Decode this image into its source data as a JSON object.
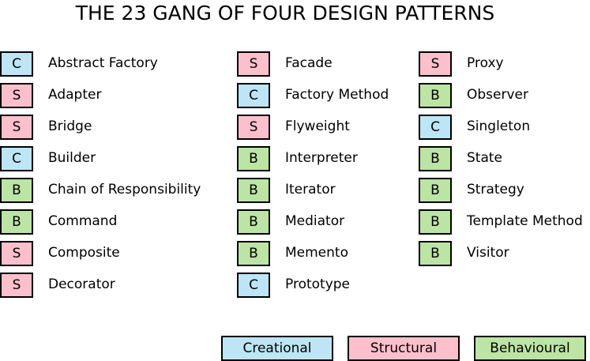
{
  "title": "THE 23 GANG OF FOUR DESIGN PATTERNS",
  "colors": {
    "creational": "#bde5f5",
    "structural": "#fbc0cc",
    "behavioural": "#bce4a4"
  },
  "columns": [
    [
      {
        "badge": "C",
        "category": "creational",
        "name": "Abstract Factory"
      },
      {
        "badge": "S",
        "category": "structural",
        "name": "Adapter"
      },
      {
        "badge": "S",
        "category": "structural",
        "name": "Bridge"
      },
      {
        "badge": "C",
        "category": "creational",
        "name": "Builder"
      },
      {
        "badge": "B",
        "category": "behavioural",
        "name": "Chain of Responsibility"
      },
      {
        "badge": "B",
        "category": "behavioural",
        "name": "Command"
      },
      {
        "badge": "S",
        "category": "structural",
        "name": "Composite"
      },
      {
        "badge": "S",
        "category": "structural",
        "name": "Decorator"
      }
    ],
    [
      {
        "badge": "S",
        "category": "structural",
        "name": "Facade"
      },
      {
        "badge": "C",
        "category": "creational",
        "name": "Factory Method"
      },
      {
        "badge": "S",
        "category": "structural",
        "name": "Flyweight"
      },
      {
        "badge": "B",
        "category": "behavioural",
        "name": "Interpreter"
      },
      {
        "badge": "B",
        "category": "behavioural",
        "name": "Iterator"
      },
      {
        "badge": "B",
        "category": "behavioural",
        "name": "Mediator"
      },
      {
        "badge": "B",
        "category": "behavioural",
        "name": "Memento"
      },
      {
        "badge": "C",
        "category": "creational",
        "name": "Prototype"
      }
    ],
    [
      {
        "badge": "S",
        "category": "structural",
        "name": "Proxy"
      },
      {
        "badge": "B",
        "category": "behavioural",
        "name": "Observer"
      },
      {
        "badge": "C",
        "category": "creational",
        "name": "Singleton"
      },
      {
        "badge": "B",
        "category": "behavioural",
        "name": "State"
      },
      {
        "badge": "B",
        "category": "behavioural",
        "name": "Strategy"
      },
      {
        "badge": "B",
        "category": "behavioural",
        "name": "Template Method"
      },
      {
        "badge": "B",
        "category": "behavioural",
        "name": "Visitor"
      }
    ]
  ],
  "legend": {
    "creational": "Creational",
    "structural": "Structural",
    "behavioural": "Behavioural"
  }
}
